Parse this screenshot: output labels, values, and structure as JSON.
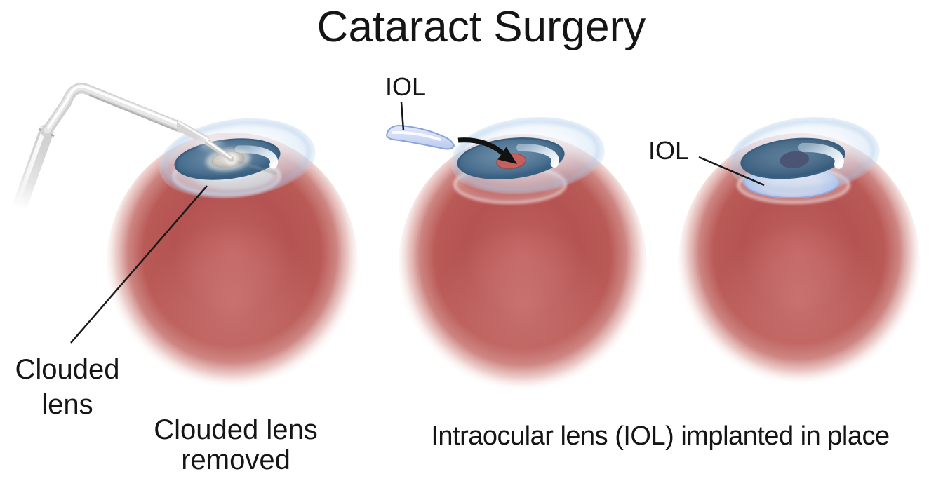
{
  "title": "Cataract Surgery",
  "panels": {
    "clouded_lens": {
      "annotation_line1": "Clouded",
      "annotation_line2": "lens",
      "caption_line1": "Clouded lens",
      "caption_line2": "removed"
    },
    "iol_insertion": {
      "iol_label": "IOL"
    },
    "iol_implanted": {
      "iol_label": "IOL"
    },
    "shared_caption": "Intraocular lens (IOL) implanted in place"
  },
  "colors": {
    "text": "#151515",
    "eyeball_red": "#b45351",
    "iris_blue": "#5d809d",
    "iris_rim": "#3a6081",
    "clouded_lens_gray": "#d1cec7",
    "iol_blue": "#ccd8f4",
    "pupil_navy": "#4b5573",
    "pupil_open_red": "#c4605e",
    "instrument_metal": "#d6d6d6",
    "background": "#ffffff"
  }
}
